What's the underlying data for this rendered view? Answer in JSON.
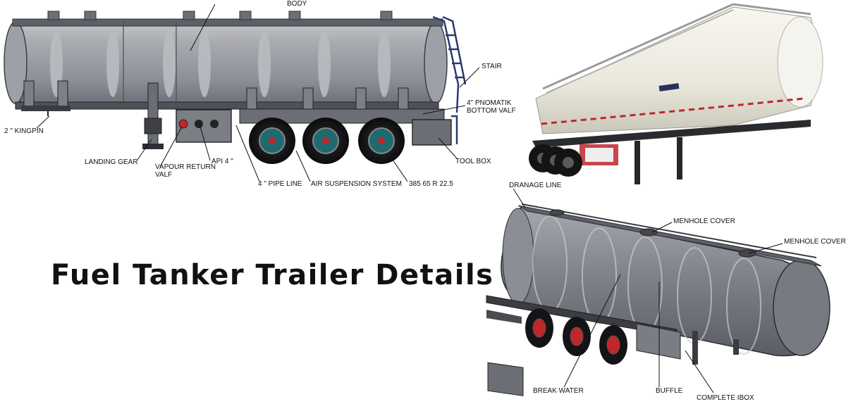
{
  "page_title": "Fuel Tanker Trailer Details",
  "side_view_labels": {
    "body": "BODY",
    "stair": "STAIR",
    "pneumatic_valve": "4\" PNOMATIK\nBOTTOM VALF",
    "kingpin": "2 \" KINGPIN",
    "landing_gear": "LANDING GEAR",
    "vapour_return": "VAPOUR RETURN\nVALF",
    "api": "API 4 \"",
    "pipe_line": "4 \" PIPE LINE",
    "air_suspension": "AIR SUSPENSION SYSTEM",
    "tire": "385 65 R 22.5",
    "tool_box": "TOOL BOX"
  },
  "iso_view_labels": {
    "drainage_line": "DRANAGE LINE",
    "manhole_cover_1": "MENHOLE COVER",
    "manhole_cover_2": "MENHOLE COVER",
    "break_water": "BREAK WATER",
    "buffle": "BUFFLE",
    "complete_box": "COMPLETE IBOX"
  },
  "colors": {
    "tank_gray": "#9a9ca3",
    "tank_dark": "#5d6068",
    "white_tank": "#f2f0e8",
    "red_accent": "#c0262a",
    "wheel_teal": "#1f6a6e"
  }
}
